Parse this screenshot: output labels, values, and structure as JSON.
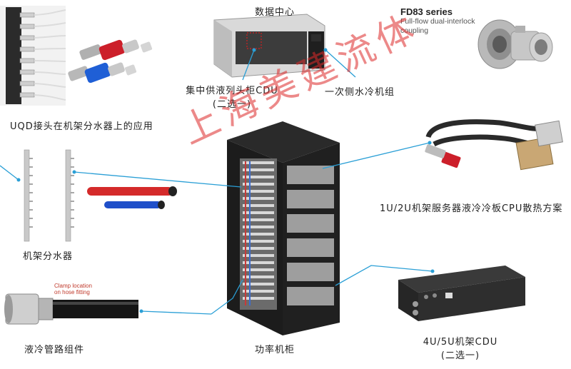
{
  "labels": {
    "data_center": "数据中心",
    "fd83_title": "FD83 series",
    "fd83_sub": "Full-flow dual-interlock coupling",
    "uqd_app": "UQD接头在机架分水器上的应用",
    "cdu_central_1": "集中供液列头柜CDU",
    "cdu_central_2": "(二选一)",
    "primary_cooler": "一次侧水冷机组",
    "server_plate": "1U/2U机架服务器液冷冷板CPU散热方案",
    "rack_manifold": "机架分水器",
    "clamp_1": "Clamp location",
    "clamp_2": "on hose fitting",
    "hose_assembly": "液冷管路组件",
    "power_rack": "功率机柜",
    "rack_cdu_1": "4U/5U机架CDU",
    "rack_cdu_2": "(二选一)"
  },
  "watermark": "上海美建流体",
  "colors": {
    "connector_line": "#2a9fd6",
    "watermark": "#dc2828",
    "rack": "#1c1c1c"
  }
}
